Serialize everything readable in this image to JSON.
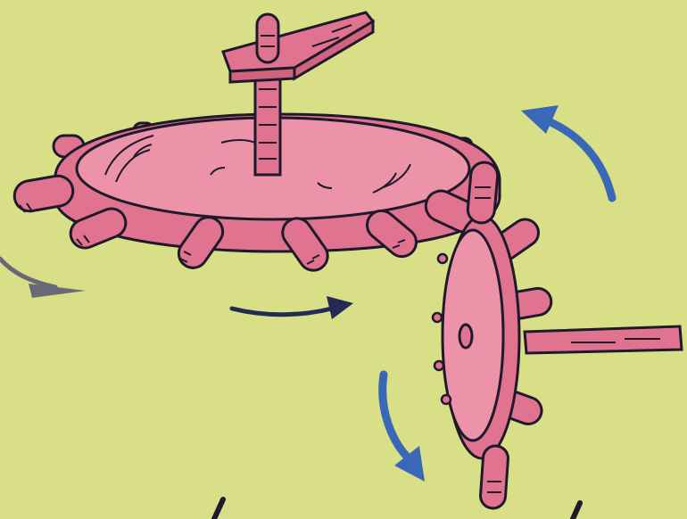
{
  "colors": {
    "background": "#d8df86",
    "gear_fill": "#e0738f",
    "gear_light": "#ec93a9",
    "outline": "#1e1a2b",
    "blue_arrow": "#3a68b8",
    "dark_arrow": "#232b55",
    "gray_arrow": "#6a6878"
  },
  "parts": {
    "horizontal_wheel": "crown-wheel",
    "vertical_wheel": "lantern-pinion",
    "vertical_spindle": "spindle",
    "horizontal_axle": "axle",
    "crank": "crank-handle"
  },
  "icons": {
    "rotation_top": "curved-arrow-up-icon",
    "rotation_bottom": "curved-arrow-down-icon",
    "rotation_middle": "arrow-right-icon",
    "rotation_left": "arrow-right-icon"
  }
}
